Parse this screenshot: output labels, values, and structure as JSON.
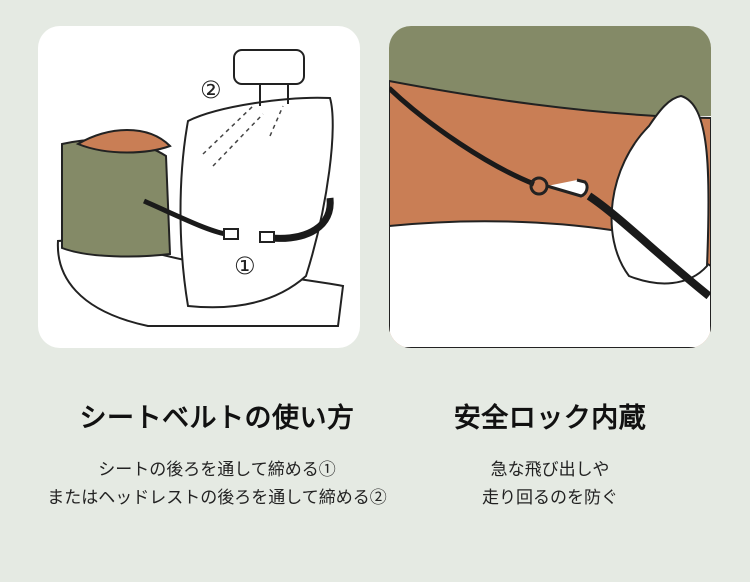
{
  "colors": {
    "background": "#e5eae3",
    "panel": "#ffffff",
    "olive": "#848a67",
    "terracotta": "#c97e55",
    "strap": "#1a1a1a"
  },
  "left_panel": {
    "marker_1": "①",
    "marker_2": "②",
    "title": "シートベルトの使い方",
    "lines": [
      "シートの後ろを通して締める①",
      "またはヘッドレストの後ろを通して締める②"
    ]
  },
  "right_panel": {
    "title": "安全ロック内蔵",
    "lines": [
      "急な飛び出しや",
      "走り回るのを防ぐ"
    ]
  }
}
